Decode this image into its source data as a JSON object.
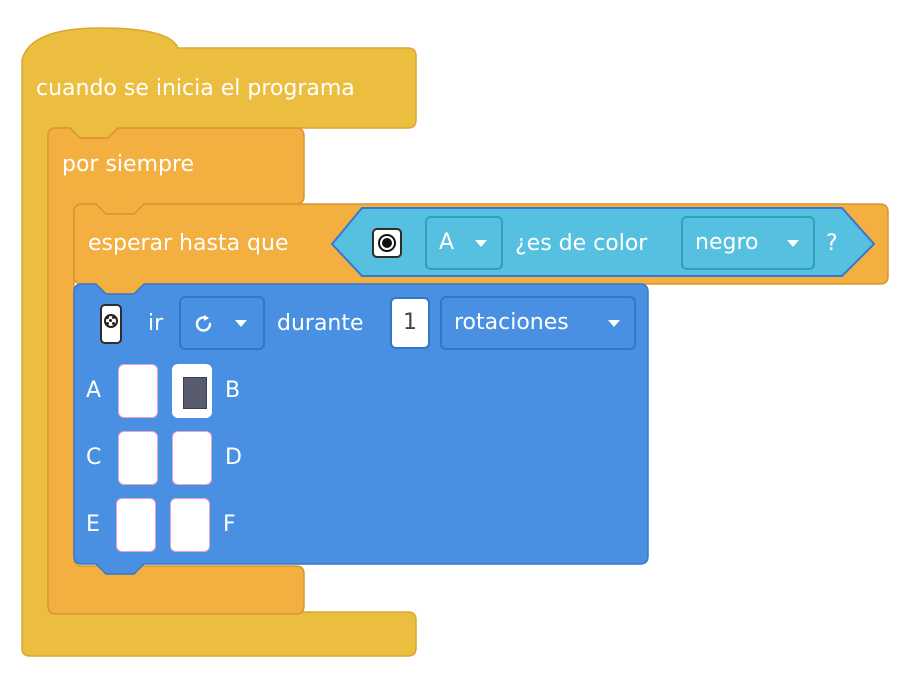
{
  "event_block": {
    "label": "cuando se inicia el programa",
    "color": "#ECBE40"
  },
  "forever_block": {
    "label": "por siempre",
    "color": "#F3AF40"
  },
  "wait_block": {
    "label": "esperar hasta que",
    "color": "#F3AF40",
    "condition": {
      "sensor_icon": "color-sensor-icon",
      "port": "A",
      "text": "¿es de color",
      "color_value": "negro",
      "question_mark": "?",
      "color": "#56C0E0"
    }
  },
  "motor_block": {
    "label": "ir",
    "motor_icon": "motor-pair-icon",
    "direction_icon": "clockwise-icon",
    "during_label": "durante",
    "amount": "1",
    "unit": "rotaciones",
    "color": "#4A90E2",
    "ports": [
      {
        "name": "A",
        "selected": false
      },
      {
        "name": "B",
        "selected": true
      },
      {
        "name": "C",
        "selected": false
      },
      {
        "name": "D",
        "selected": false
      },
      {
        "name": "E",
        "selected": false
      },
      {
        "name": "F",
        "selected": false
      }
    ]
  }
}
